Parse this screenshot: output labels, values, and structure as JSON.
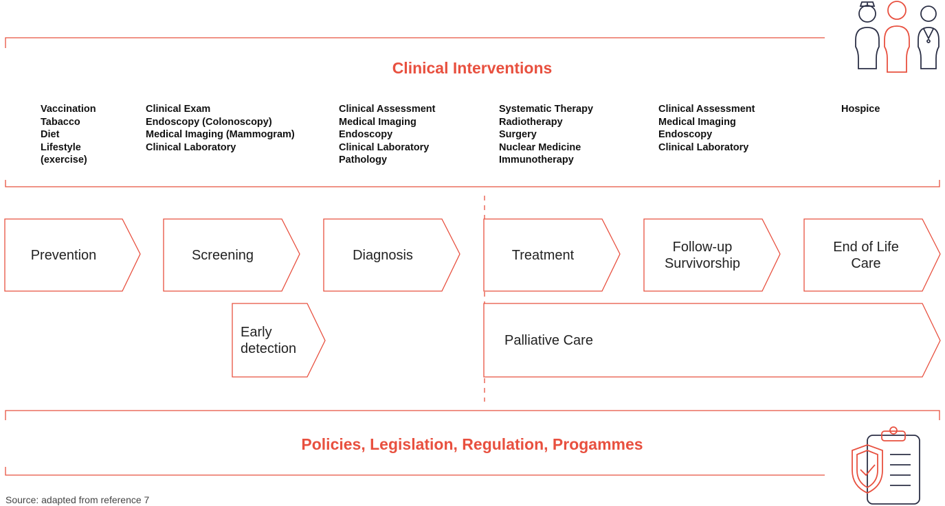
{
  "clinical": {
    "title": "Clinical Interventions",
    "columns": [
      [
        "Vaccination",
        "Tabacco",
        "Diet",
        "Lifestyle",
        "(exercise)"
      ],
      [
        "Clinical Exam",
        "Endoscopy (Colonoscopy)",
        "Medical Imaging (Mammogram)",
        "Clinical Laboratory"
      ],
      [
        "Clinical Assessment",
        "Medical Imaging",
        "Endoscopy",
        "Clinical Laboratory",
        "Pathology"
      ],
      [
        "Systematic Therapy",
        "Radiotherapy",
        "Surgery",
        "Nuclear Medicine",
        "Immunotherapy"
      ],
      [
        "Clinical Assessment",
        "Medical Imaging",
        "Endoscopy",
        "Clinical Laboratory"
      ],
      [
        "Hospice"
      ]
    ]
  },
  "steps": [
    "Prevention",
    "Screening",
    "Diagnosis",
    "Treatment",
    "Follow-up Survivorship",
    "End of Life Care"
  ],
  "early_detection": "Early detection",
  "palliative": "Palliative Care",
  "policies": {
    "title": "Policies, Legislation, Regulation, Progammes"
  },
  "source": "Source: adapted from reference 7",
  "colors": {
    "accent": "#e8503f",
    "dark": "#2b2f45"
  },
  "icons": [
    "clinicians-icon",
    "clipboard-shield-icon"
  ]
}
